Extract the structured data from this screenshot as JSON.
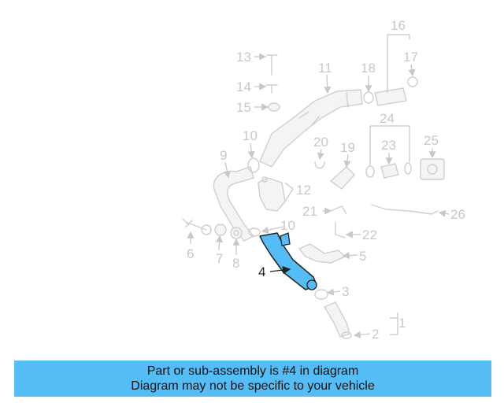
{
  "diagram": {
    "part_numbers": [
      "1",
      "2",
      "3",
      "4",
      "5",
      "6",
      "7",
      "8",
      "9",
      "10",
      "10",
      "11",
      "12",
      "13",
      "14",
      "15",
      "16",
      "17",
      "18",
      "19",
      "20",
      "21",
      "22",
      "23",
      "24",
      "25",
      "26"
    ],
    "highlighted_part": "4",
    "highlight_color": "#55bdf5",
    "ghost_color": "#c8c8c8"
  },
  "caption": {
    "line1": "Part or sub-assembly is #4 in diagram",
    "line2": "Diagram may not be specific to your vehicle",
    "background": "#55bdf5"
  }
}
